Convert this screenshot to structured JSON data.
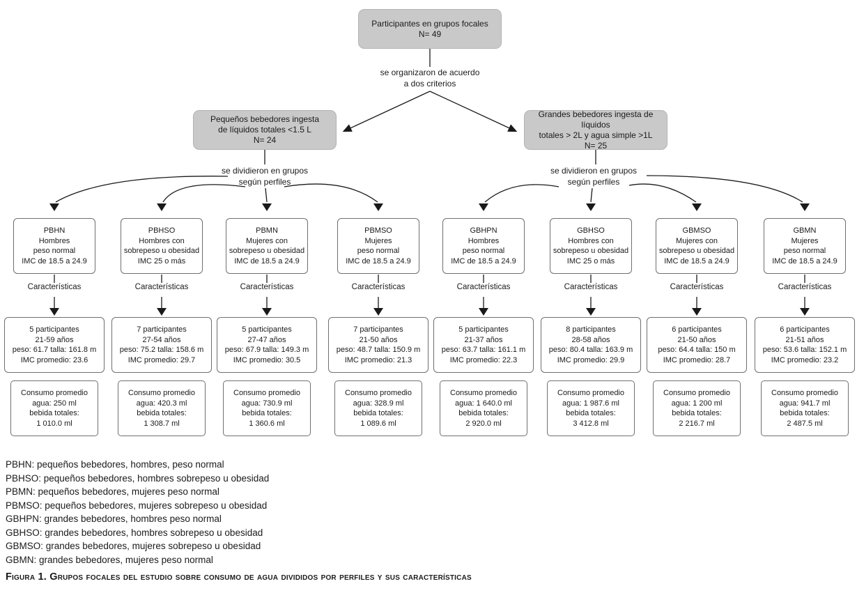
{
  "figure": {
    "root_box": "Participantes en grupos focales\nN= 49",
    "criteria_label": "se organizaron de acuerdo\na dos criterios",
    "branches": [
      {
        "text": "Pequeños bebedores ingesta\nde líquidos totales <1.5 L\nN= 24",
        "split_label": "se dividieron en grupos\nsegún perfiles"
      },
      {
        "text": "Grandes bebedores ingesta de líquidos\ntotales > 2L y agua simple >1L\nN= 25",
        "split_label": "se dividieron en grupos\nsegún perfiles"
      }
    ],
    "caracteristicas_label": "Características",
    "groups": [
      {
        "code": "PBHN",
        "box": "PBHN\nHombres\npeso normal\nIMC de 18.5 a 24.9",
        "caracteristicas": "5 participantes\n21-59 años\npeso: 61.7 talla: 161.8 m\nIMC promedio: 23.6",
        "consumo": "Consumo promedio\nagua: 250 ml\nbebida totales:\n1 010.0 ml"
      },
      {
        "code": "PBHSO",
        "box": "PBHSO\nHombres con\nsobrepeso u obesidad\nIMC 25 o más",
        "caracteristicas": "7 participantes\n27-54 años\npeso: 75.2 talla: 158.6 m\nIMC promedio: 29.7",
        "consumo": "Consumo promedio\nagua: 420.3 ml\nbebida totales:\n1 308.7 ml"
      },
      {
        "code": "PBMN",
        "box": "PBMN\nMujeres con\nsobrepeso u obesidad\nIMC de 18.5 a 24.9",
        "caracteristicas": "5 participantes\n27-47 años\npeso: 67.9 talla: 149.3 m\nIMC promedio: 30.5",
        "consumo": "Consumo promedio\nagua: 730.9 ml\nbebida totales:\n1 360.6 ml"
      },
      {
        "code": "PBMSO",
        "box": "PBMSO\nMujeres\npeso normal\nIMC de 18.5 a 24.9",
        "caracteristicas": "7 participantes\n21-50 años\npeso: 48.7 talla: 150.9 m\nIMC promedio: 21.3",
        "consumo": "Consumo promedio\nagua: 328.9 ml\nbebida totales:\n1 089.6 ml"
      },
      {
        "code": "GBHPN",
        "box": "GBHPN\nHombres\npeso normal\nIMC de 18.5 a 24.9",
        "caracteristicas": "5 participantes\n21-37 años\npeso: 63.7 talla: 161.1 m\nIMC promedio: 22.3",
        "consumo": "Consumo promedio\nagua: 1 640.0 ml\nbebida totales:\n2 920.0 ml"
      },
      {
        "code": "GBHSO",
        "box": "GBHSO\nHombres con\nsobrepeso u obesidad\nIMC 25 o más",
        "caracteristicas": "8 participantes\n28-58 años\npeso: 80.4 talla: 163.9 m\nIMC promedio: 29.9",
        "consumo": "Consumo promedio\nagua: 1 987.6 ml\nbebida totales:\n3 412.8 ml"
      },
      {
        "code": "GBMSO",
        "box": "GBMSO\nMujeres con\nsobrepeso u obesidad\nIMC de 18.5 a 24.9",
        "caracteristicas": "6 participantes\n21-50 años\npeso: 64.4 talla: 150 m\nIMC promedio: 28.7",
        "consumo": "Consumo promedio\nagua: 1 200 ml\nbebida totales:\n2 216.7 ml"
      },
      {
        "code": "GBMN",
        "box": "GBMN\nMujeres\npeso normal\nIMC de 18.5 a 24.9",
        "caracteristicas": "6 participantes\n21-51 años\npeso: 53.6 talla: 152.1 m\nIMC promedio: 23.2",
        "consumo": "Consumo promedio\nagua: 941.7 ml\nbebida totales:\n2 487.5 ml"
      }
    ],
    "legend": [
      "PBHN: pequeños bebedores, hombres, peso normal",
      "PBHSO: pequeños bebedores, hombres sobrepeso u obesidad",
      "PBMN: pequeños bebedores, mujeres peso normal",
      "PBMSO: pequeños bebedores, mujeres sobrepeso u obesidad",
      "GBHPN: grandes bebedores, hombres peso normal",
      "GBHSO: grandes bebedores, hombres sobrepeso u obesidad",
      "GBMSO: grandes bebedores, mujeres sobrepeso u obesidad",
      "GBMN: grandes bebedores, mujeres peso normal"
    ],
    "caption": "Figura 1. Grupos focales del estudio sobre consumo de agua divididos por perfiles y sus características",
    "line_color": "#1a1a1a",
    "gray_fill": "#c9c9c9"
  }
}
